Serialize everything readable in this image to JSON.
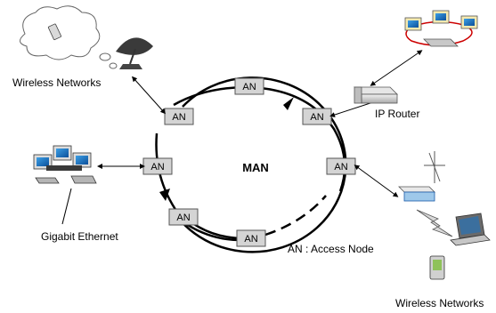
{
  "diagram": {
    "center_label": "MAN",
    "node_label": "AN",
    "legend": "AN : Access Node",
    "labels": {
      "wireless_left": "Wireless Networks",
      "ip_router": "IP Router",
      "gigabit": "Gigabit Ethernet",
      "wireless_right": "Wireless Networks"
    }
  },
  "colors": {
    "ring": "#000000",
    "node_fill": "#d4d4d4",
    "node_border": "#555555",
    "accent": "#1a5aa8"
  }
}
